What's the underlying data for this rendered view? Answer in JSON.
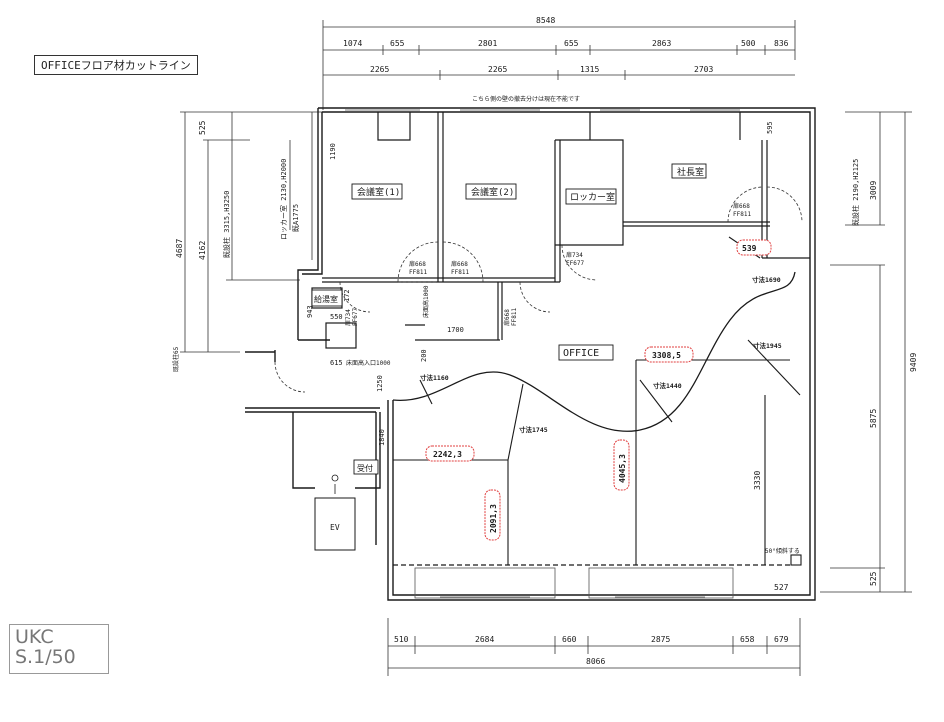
{
  "title": "OFFICEフロア材カットライン",
  "scale": {
    "line1": "UKC",
    "line2": "S.1/50"
  },
  "top_note": "こちら側の壁の撤去分けは現在不能です",
  "top_dims": {
    "total": "8548",
    "row1": [
      "1074",
      "655",
      "2801",
      "655",
      "2863",
      "500",
      "836"
    ],
    "row2": [
      "2265",
      "2265",
      "1315",
      "2703"
    ]
  },
  "bottom_dims": {
    "row1": [
      "510",
      "2684",
      "660",
      "2875",
      "658",
      "679"
    ],
    "total": "8066"
  },
  "left_dims": {
    "outer": "4687",
    "inner": "4162",
    "top": "525",
    "mid": "既設柱 3315,H3250",
    "locker": "ロッカー室 2130,H2000",
    "w1": "既A1775",
    "w2": "1190",
    "bottom": "既設柱65"
  },
  "right_dims": {
    "outer": "9409",
    "upper": "3009",
    "mid": "5875",
    "low": "525",
    "wall": "既設柱 2190,H2125"
  },
  "rooms": {
    "meeting1": "会議室(1)",
    "meeting2": "会議室(2)",
    "locker": "ロッカー室",
    "president": "社長室",
    "office": "OFFICE",
    "storage": "給湯室",
    "reception": "受付",
    "ev": "EV"
  },
  "doors": {
    "d1": [
      "扉668",
      "FF811"
    ],
    "d2": [
      "扉668",
      "FF811"
    ],
    "d3": [
      "扉734",
      "FF677"
    ],
    "d4": [
      "扉668",
      "FF811"
    ],
    "d5": [
      "扉734",
      "FF677"
    ],
    "d6": [
      "扉668",
      "FF811"
    ]
  },
  "misc_labels": {
    "a550": "550",
    "a615": "615",
    "a1700": "1700",
    "a200": "200",
    "a1250": "1250",
    "a1840": "1840",
    "a1000a": "床面高1000",
    "a1000b": "床面高入口1000",
    "a527": "527",
    "a3330": "3330",
    "a943": "943",
    "a172": "172",
    "a595": "595",
    "corner_note": "50°傾斜する"
  },
  "curve_labels": {
    "c1160": "寸法1160",
    "c1745": "寸法1745",
    "c1440": "寸法1440",
    "c1945": "寸法1945",
    "c1690": "寸法1690"
  },
  "marked_dims": {
    "m539": "539",
    "m3308": "3308,5",
    "m2242": "2242,3",
    "m4045": "4045,3",
    "m2091": "2091,3"
  },
  "colors": {
    "line": "#1a1a1a",
    "cloud": "#e04040",
    "dim": "#333333"
  }
}
